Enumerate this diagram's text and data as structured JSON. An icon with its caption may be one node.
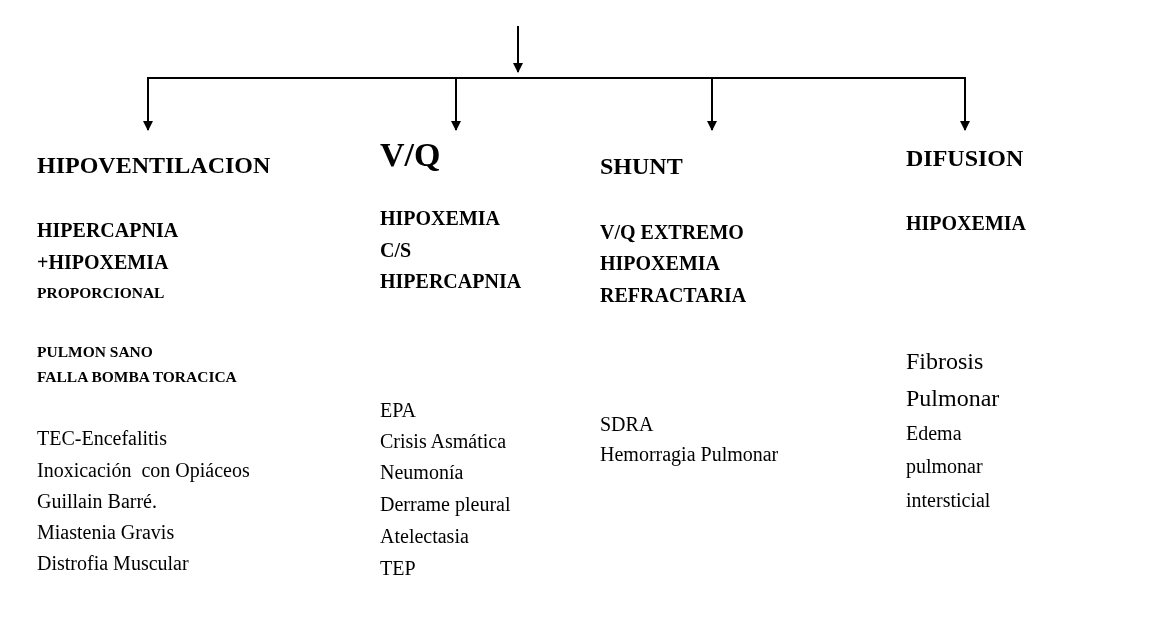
{
  "diagram": {
    "nodes": [
      {
        "text": [
          "HIPOVENTILACION",
          "HIPERCAPNIA",
          "+HIPOXEMIA",
          "PROPORCIONAL",
          "PULMON SANO",
          "FALLA BOMBA TORACICA",
          "TEC-Encefalitis",
          "Inoxicación  con Opiáceos",
          "Guillain Barré.",
          "Miastenia Gravis",
          "Distrofia Muscular"
        ]
      },
      {
        "text": [
          "V/Q",
          "HIPOXEMIA",
          "C/S",
          "HIPERCAPNIA",
          "EPA",
          "Crisis Asmática",
          "Neumonía",
          "Derrame pleural",
          "Atelectasia",
          "TEP"
        ]
      },
      {
        "text": [
          "SHUNT",
          "V/Q EXTREMO",
          "HIPOXEMIA",
          "REFRACTARIA",
          "SDRA",
          "Hemorragia Pulmonar"
        ]
      },
      {
        "text": [
          "DIFUSION",
          "HIPOXEMIA",
          "Fibrosis",
          "Pulmonar",
          "Edema",
          "pulmonar",
          "intersticial"
        ]
      }
    ],
    "edges": [
      {
        "from": null,
        "to": 0,
        "arrow": "to"
      },
      {
        "from": null,
        "to": 1,
        "arrow": "to"
      },
      {
        "from": null,
        "to": 2,
        "arrow": "to"
      },
      {
        "from": null,
        "to": 3,
        "arrow": "to"
      }
    ]
  }
}
